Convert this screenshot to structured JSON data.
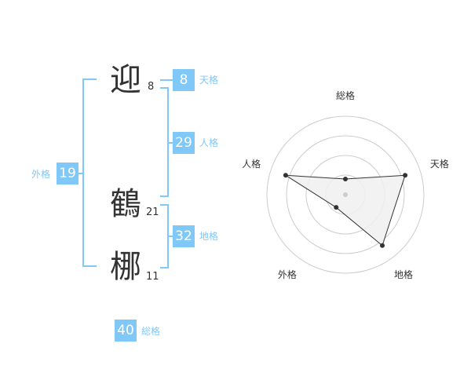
{
  "name": {
    "characters": [
      {
        "char": "迎",
        "strokes": "8"
      },
      {
        "char": "鶴",
        "strokes": "21"
      },
      {
        "char": "梛",
        "strokes": "11"
      }
    ]
  },
  "fortune": {
    "tenkaku": {
      "value": "8",
      "label": "天格"
    },
    "jinkaku": {
      "value": "29",
      "label": "人格"
    },
    "chikaku": {
      "value": "32",
      "label": "地格"
    },
    "gaikaku": {
      "value": "19",
      "label": "外格"
    },
    "soukaku": {
      "value": "40",
      "label": "総格"
    }
  },
  "radar": {
    "axes": [
      "総格",
      "天格",
      "地格",
      "外格",
      "人格"
    ],
    "levels": 4,
    "values": [
      1,
      4,
      4,
      1,
      4
    ],
    "max": 5,
    "colors": {
      "fill": "#f0f0f0",
      "line": "#333333",
      "grid": "#cccccc",
      "center": "#cccccc",
      "point": "#333333"
    }
  },
  "colors": {
    "accent": "#7fc8f8",
    "text": "#333333"
  }
}
